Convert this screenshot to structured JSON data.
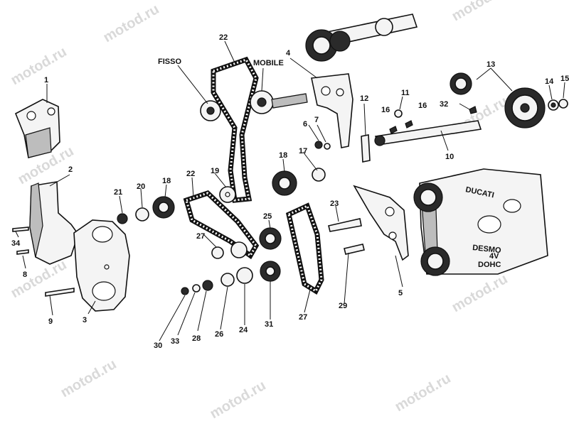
{
  "watermark": "motod.ru",
  "engraving": {
    "line1": "DUCATI",
    "line2": "DESMO",
    "line3": "4V",
    "line4": "DOHC"
  },
  "labels": {
    "fisso": "FISSO",
    "mobile": "MOBILE",
    "n1": "1",
    "n2": "2",
    "n3": "3",
    "n4": "4",
    "n5": "5",
    "n6": "6",
    "n7": "7",
    "n8": "8",
    "n9": "9",
    "n10": "10",
    "n11": "11",
    "n12": "12",
    "n13": "13",
    "n14": "14",
    "n15": "15",
    "n16a": "16",
    "n16b": "16",
    "n17": "17",
    "n18a": "18",
    "n18b": "18",
    "n19": "19",
    "n20": "20",
    "n21": "21",
    "n22a": "22",
    "n22b": "22",
    "n23": "23",
    "n24": "24",
    "n25": "25",
    "n26": "26",
    "n27a": "27",
    "n27b": "27",
    "n28": "28",
    "n29": "29",
    "n30": "30",
    "n31": "31",
    "n32": "32",
    "n33": "33",
    "n34": "34"
  }
}
